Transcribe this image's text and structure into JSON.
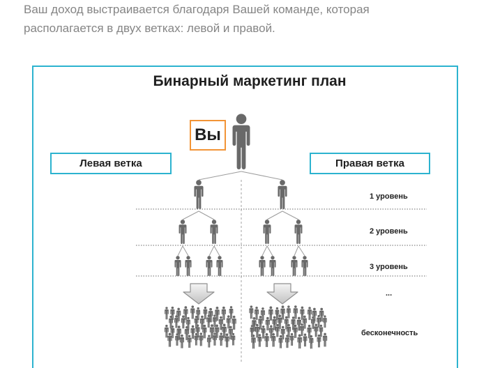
{
  "intro": {
    "lines": [
      "Ваш доход выстраивается благодаря Вашей команде, которая",
      "располагается в двух ветках: левой и правой."
    ]
  },
  "diagram": {
    "title": "Бинарный маркетинг план",
    "you_label": "Вы",
    "left_branch": "Левая ветка",
    "right_branch": "Правая ветка",
    "levels": [
      "1 уровень",
      "2 уровень",
      "3 уровень",
      "...",
      "бесконечность"
    ]
  },
  "icons": {
    "person": "person-icon",
    "arrow": "arrow-down-icon"
  },
  "colors": {
    "intro_text": "#858585",
    "frame": "#2cb3cf",
    "you_box": "#f29436",
    "person": "#696969",
    "heading": "#1f1f1f"
  }
}
